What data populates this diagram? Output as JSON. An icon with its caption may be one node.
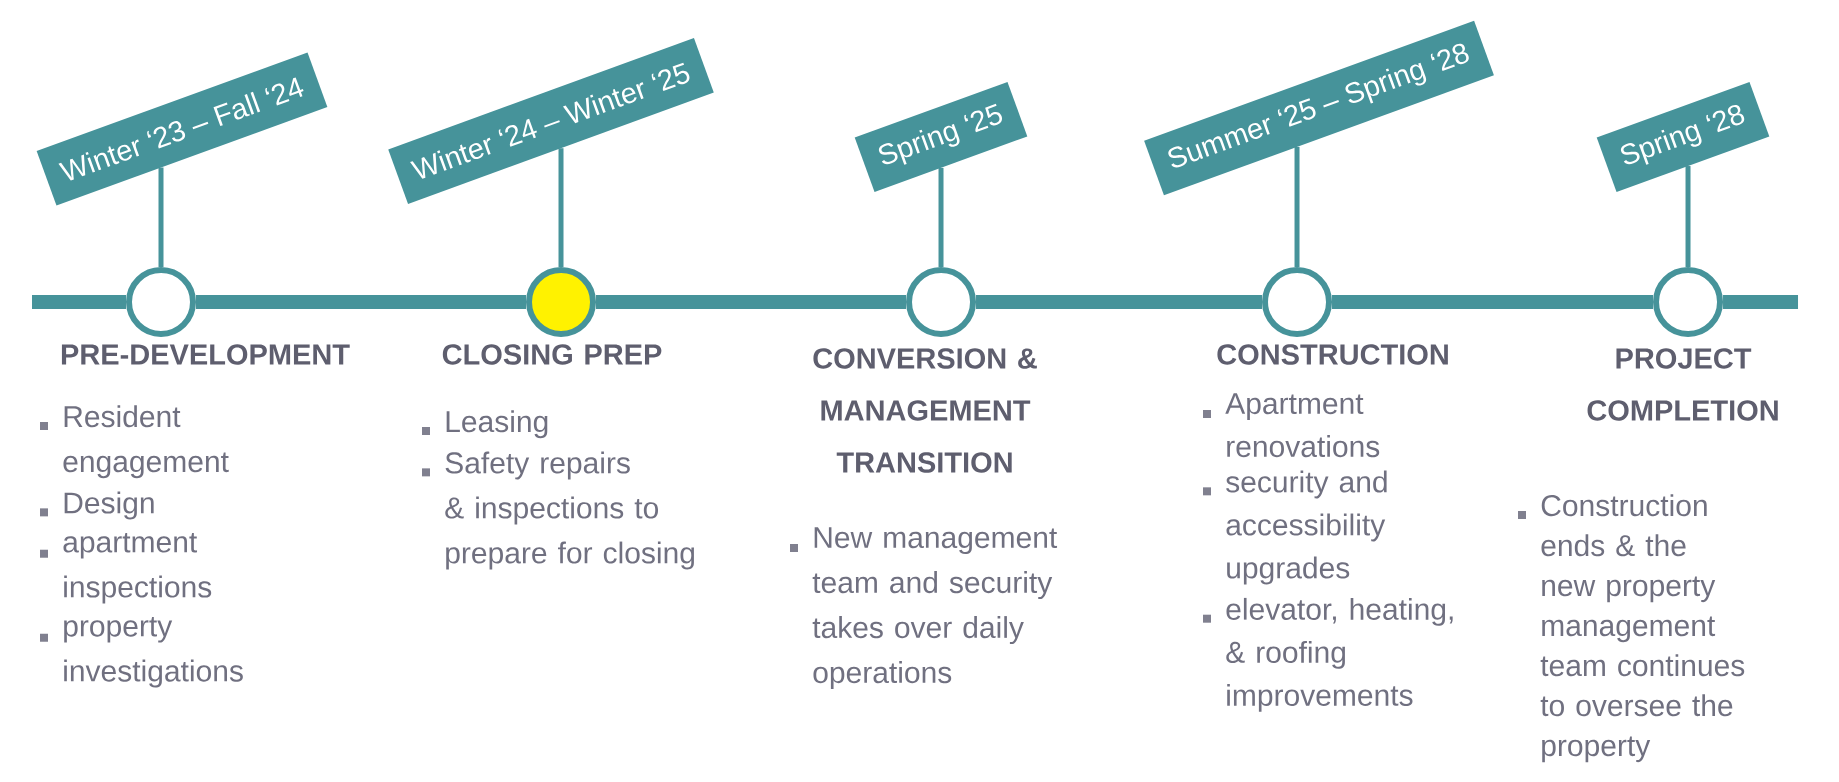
{
  "diagram": {
    "nodes": [
      {
        "text": [
          "Winter ‘23 – Fall ‘24"
        ]
      },
      {
        "text": [
          "Winter ‘24 – Winter ‘25"
        ]
      },
      {
        "text": [
          "Spring ‘25"
        ]
      },
      {
        "text": [
          "Summer ‘25 – Spring ‘28"
        ]
      },
      {
        "text": [
          "Spring ‘28"
        ]
      },
      {
        "text": [],
        "shape": "circle",
        "beside": [
          "PRE-DEVELOPMENT",
          "Resident engagement",
          "Design",
          "apartment inspections",
          "property investigations"
        ]
      },
      {
        "text": [],
        "shape": "circle",
        "beside": [
          "CLOSING PREP",
          "Leasing",
          "Safety repairs & inspections to prepare for closing"
        ]
      },
      {
        "text": [],
        "shape": "circle",
        "beside": [
          "CONVERSION & MANAGEMENT TRANSITION",
          "New management team and security takes over daily operations"
        ]
      },
      {
        "text": [],
        "shape": "circle",
        "beside": [
          "CONSTRUCTION",
          "Apartment renovations",
          "security and accessibility upgrades",
          "elevator, heating, & roofing improvements"
        ]
      },
      {
        "text": [],
        "shape": "circle",
        "beside": [
          "PROJECT COMPLETION",
          "Construction ends & the new property management team continues to oversee the property"
        ]
      }
    ],
    "edges": [
      {
        "from": 0,
        "to": 5,
        "arrow": "none"
      },
      {
        "from": 1,
        "to": 6,
        "arrow": "none"
      },
      {
        "from": 2,
        "to": 7,
        "arrow": "none"
      },
      {
        "from": 3,
        "to": 8,
        "arrow": "none"
      },
      {
        "from": 4,
        "to": 9,
        "arrow": "none"
      },
      {
        "from": null,
        "to": 5,
        "arrow": "none"
      },
      {
        "from": 5,
        "to": 6,
        "arrow": "none"
      },
      {
        "from": 6,
        "to": 7,
        "arrow": "none"
      },
      {
        "from": 7,
        "to": 8,
        "arrow": "none"
      },
      {
        "from": 8,
        "to": 9,
        "arrow": "none"
      },
      {
        "from": 9,
        "to": null,
        "arrow": "none"
      }
    ]
  }
}
